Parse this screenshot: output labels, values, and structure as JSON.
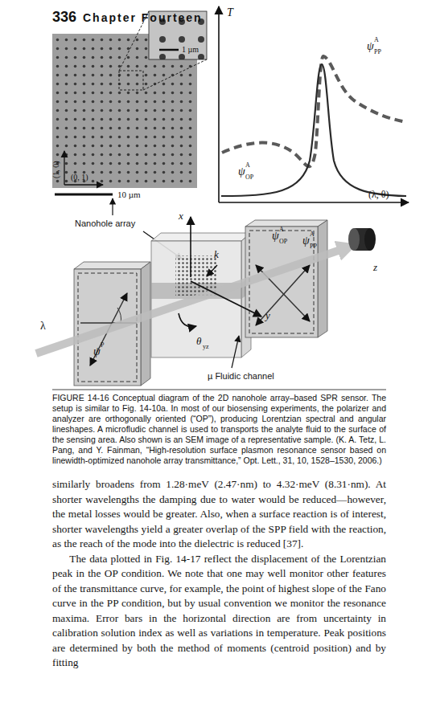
{
  "diagram": {
    "caption": "FIGURE 14-16 Conceptual diagram of the 2D nanohole array–based SPR sensor. The setup is similar to Fig. 14-10a. In most of our biosensing experiments, the polarizer and analyzer are orthogonally oriented (“OP”), producing Lorentzian spectral and angular lineshapes. A microfludic channel is used to transports the analyte fluid to the surface of the sensing area. Also shown is an SEM image of a representative sample. (K. A. Tetz, L. Pang, and Y. Fainman, “High-resolution surface plasmon resonance sensor based on linewidth-optimized nanohole array transmittance,” Opt. Lett., 31, 10, 1528–1530, 2006.)",
    "labels": [
      "336",
      "Chapter Fourteen",
      "1 µm",
      "(1, 0)",
      "(0, 1)",
      "10 µm",
      "T",
      "ψ",
      "A",
      "PP",
      "ψ",
      "A",
      "OP",
      "(λ, θ)",
      "Nanohole array",
      "x",
      "k",
      "ψ",
      "A",
      "OP",
      "ψ",
      "A",
      "PP",
      "z",
      "y",
      "λ",
      "ψ",
      "P",
      "θ",
      "yz",
      "µ Fluidic channel",
      "similarly broadens from 1.28·meV (2.47·nm) to 4.32·meV (8.31·nm). At shorter wavelengths the damping due to water would be reduced—however, the metal losses would be greater. Also, when a surface reaction is of interest, shorter wavelengths yield a greater overlap of the SPP field with the reaction, as the reach of the mode into the dielectric is reduced [37].",
      "The data plotted in Fig. 14-17 reflect the displacement of the Lorentzian peak in the OP condition. We note that one may well monitor other features of the transmittance curve, for example, the point of highest slope of the Fano curve in the PP condition, but by usual convention we monitor the resonance maxima. Error bars in the horizontal direction are from uncertainty in calibration solution index as well as variations in temperature. Peak positions are determined by both the method of moments (centroid position) and by fitting"
    ]
  }
}
